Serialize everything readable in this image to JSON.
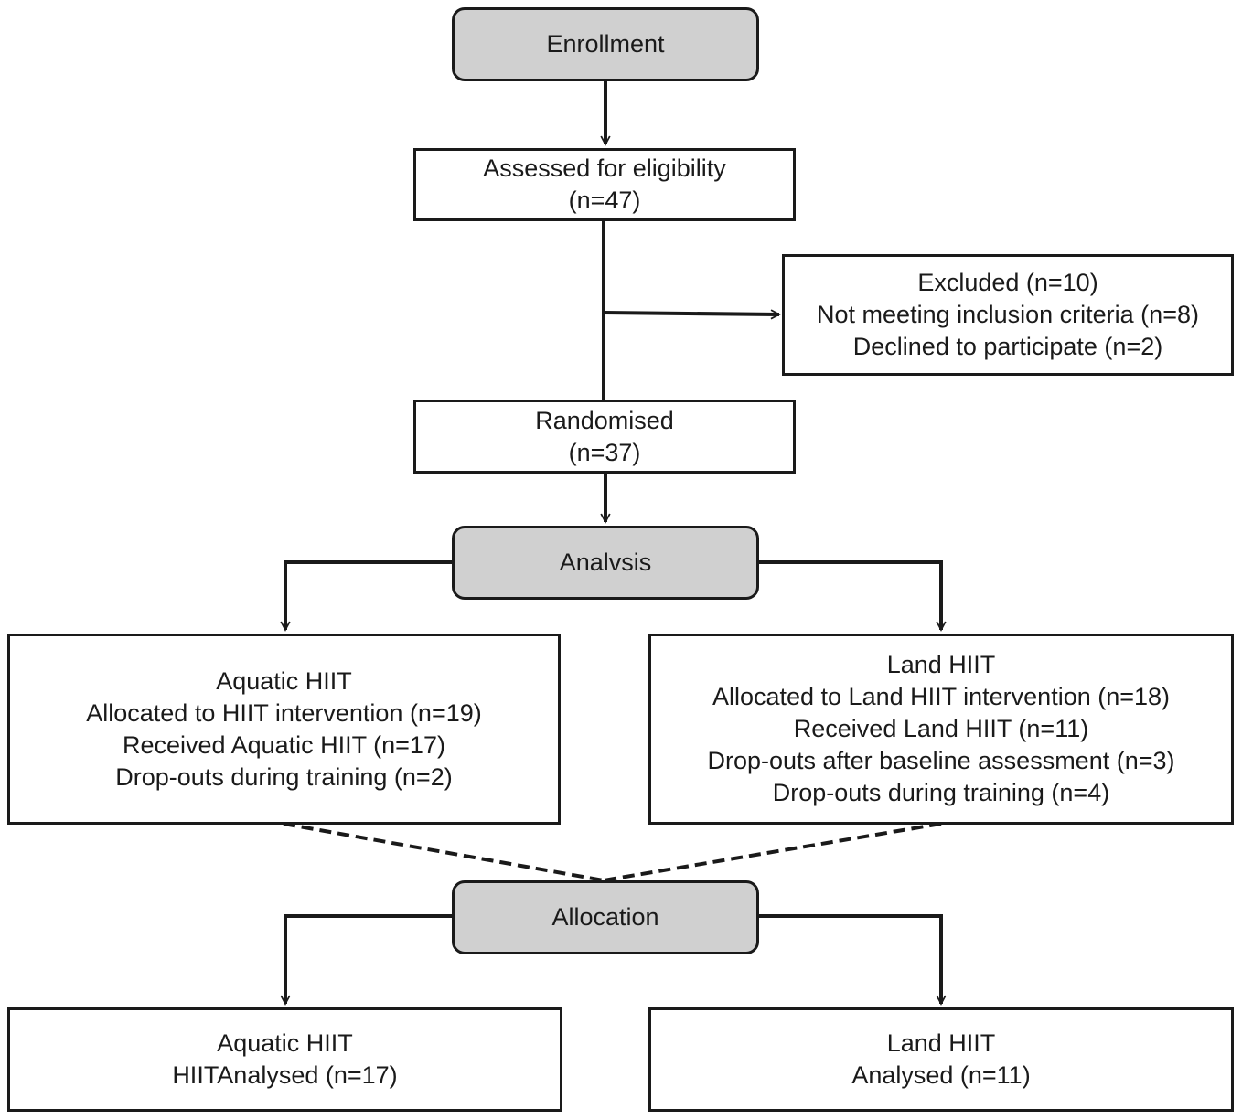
{
  "stages": {
    "enrollment": "Enrollment",
    "analysis": "Analvsis",
    "allocation": "Allocation"
  },
  "assessed": {
    "title": "Assessed for eligibility",
    "count": "(n=47)"
  },
  "excluded": {
    "title": "Excluded (n=10)",
    "line1": "Not meeting inclusion criteria (n=8)",
    "line2": "Declined to participate (n=2)"
  },
  "randomised": {
    "title": "Randomised",
    "count": "(n=37)"
  },
  "aquatic_allocation": {
    "title": "Aquatic HIIT",
    "line1": "Allocated to HIIT intervention (n=19)",
    "line2": "Received Aquatic HIIT (n=17)",
    "line3": "Drop-outs during training (n=2)"
  },
  "land_allocation": {
    "title": "Land HIIT",
    "line1": "Allocated to Land HIIT intervention (n=18)",
    "line2": "Received Land HIIT (n=11)",
    "line3": "Drop-outs after baseline assessment (n=3)",
    "line4": "Drop-outs during training (n=4)"
  },
  "aquatic_analysed": {
    "title": "Aquatic HIIT",
    "line1": "HIITAnalysed (n=17)"
  },
  "land_analysed": {
    "title": "Land HIIT",
    "line1": "Analysed (n=11)"
  }
}
